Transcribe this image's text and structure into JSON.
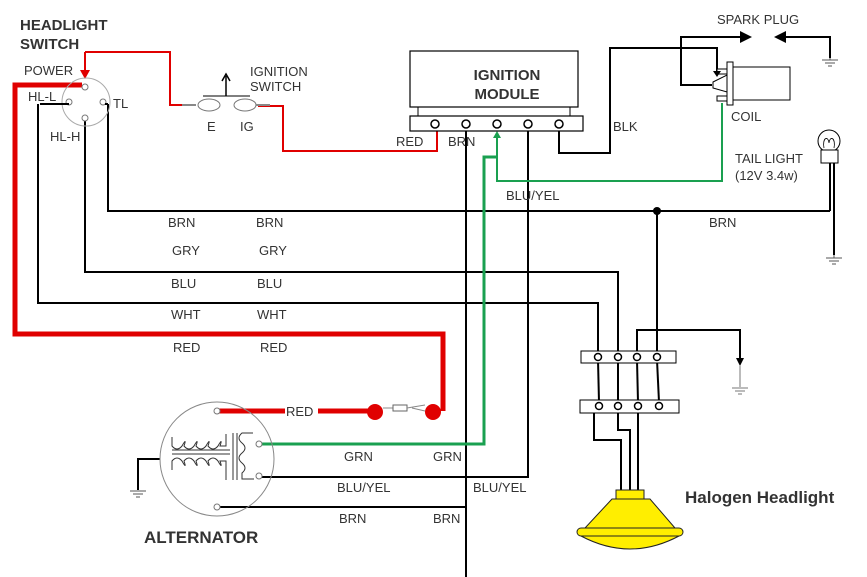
{
  "colors": {
    "red_wire": "#e00000",
    "green_wire": "#1aa050",
    "black_wire": "#000000",
    "headlight_fill": "#ffee00",
    "text": "#333333"
  },
  "headlight_switch": {
    "title_line1": "HEADLIGHT",
    "title_line2": "SWITCH",
    "terminals": {
      "power": "POWER",
      "hl_l": "HL-L",
      "tl": "TL",
      "hl_h": "HL-H"
    }
  },
  "ignition_switch": {
    "title_line1": "IGNITION",
    "title_line2": "SWITCH",
    "terminals": {
      "e": "E",
      "ig": "IG"
    }
  },
  "ignition_module": {
    "title_line1": "IGNITION",
    "title_line2": "MODULE"
  },
  "spark_plug": {
    "label": "SPARK PLUG"
  },
  "coil": {
    "label": "COIL"
  },
  "tail_light": {
    "label_line1": "TAIL LIGHT",
    "label_line2": "(12V 3.4w)"
  },
  "alternator": {
    "label": "ALTERNATOR"
  },
  "headlight": {
    "label": "Halogen Headlight"
  },
  "wire_labels": {
    "module_red": "RED",
    "module_brn": "BRN",
    "module_blk": "BLK",
    "blu_yel_top": "BLU/YEL",
    "brn_right": "BRN",
    "harness": [
      {
        "left": "BRN",
        "right": "BRN"
      },
      {
        "left": "GRY",
        "right": "GRY"
      },
      {
        "left": "BLU",
        "right": "BLU"
      },
      {
        "left": "WHT",
        "right": "WHT"
      },
      {
        "left": "RED",
        "right": "RED"
      }
    ],
    "alt_red": "RED",
    "alt_grn_left": "GRN",
    "alt_grn_right": "GRN",
    "alt_bluyel_left": "BLU/YEL",
    "alt_bluyel_right": "BLU/YEL",
    "alt_brn_left": "BRN",
    "alt_brn_right": "BRN"
  }
}
